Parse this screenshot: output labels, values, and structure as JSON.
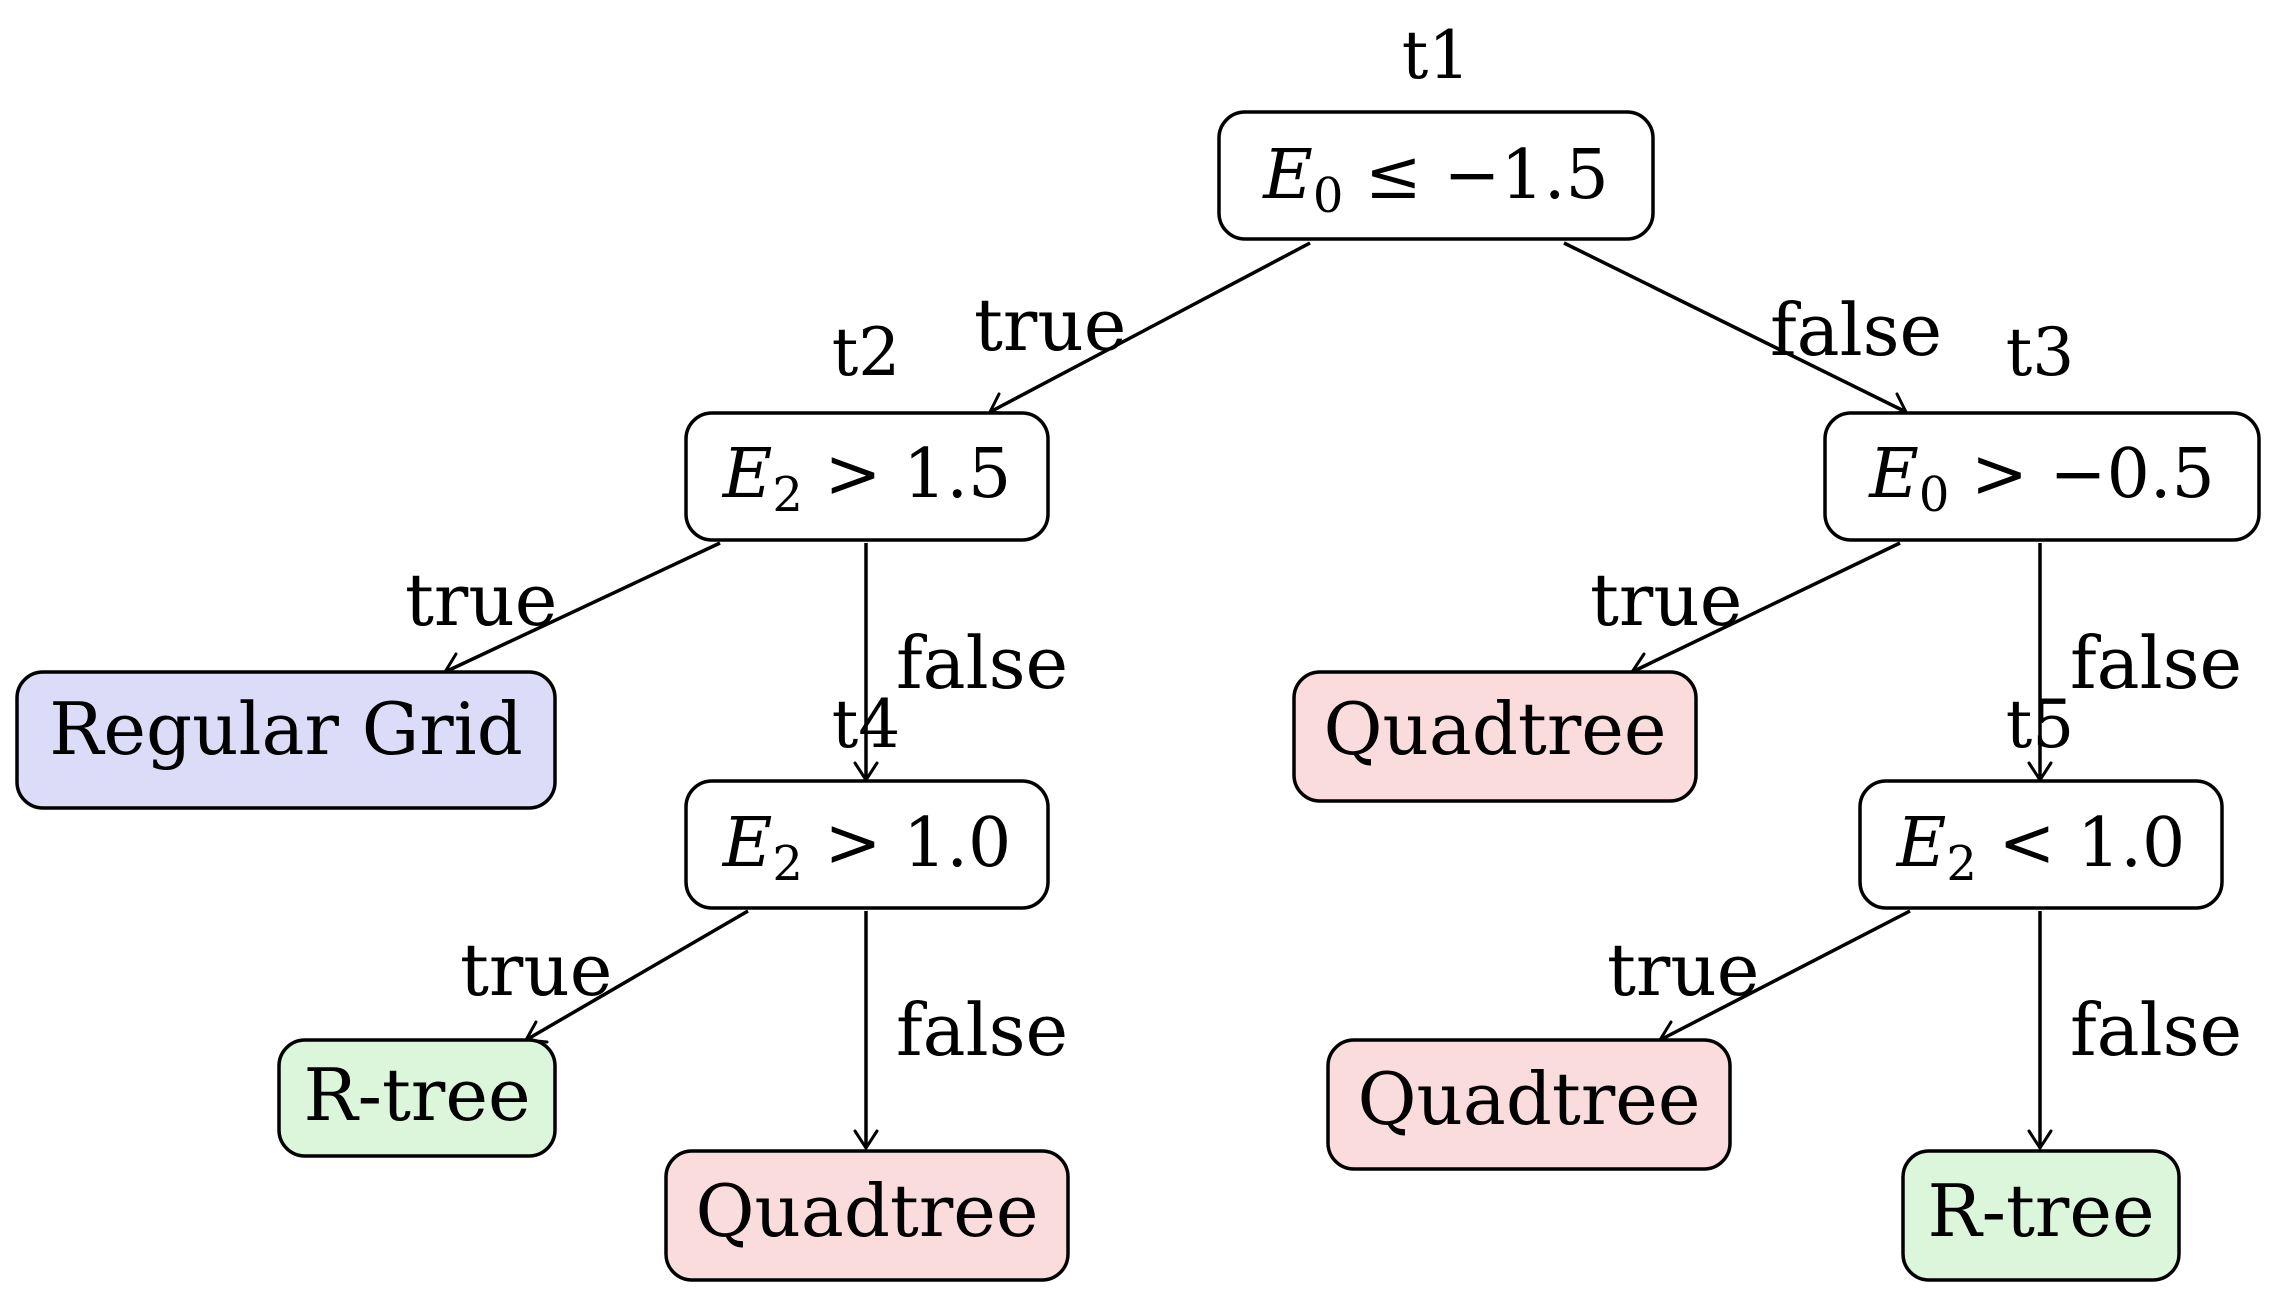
{
  "colors": {
    "decision": "#ffffff",
    "regular_grid": "#dcdcf8",
    "quadtree": "#fadcdc",
    "rtree": "#dcf6dc"
  },
  "nodes": {
    "t1": {
      "id": "t1",
      "var": "E",
      "sub": "0",
      "op": " ≤ ",
      "value": "−1.5"
    },
    "t2": {
      "id": "t2",
      "var": "E",
      "sub": "2",
      "op": " > ",
      "value": "1.5"
    },
    "t3": {
      "id": "t3",
      "var": "E",
      "sub": "0",
      "op": " > ",
      "value": "−0.5"
    },
    "t4": {
      "id": "t4",
      "var": "E",
      "sub": "2",
      "op": " > ",
      "value": "1.0"
    },
    "t5": {
      "id": "t5",
      "var": "E",
      "sub": "2",
      "op": " < ",
      "value": "1.0"
    }
  },
  "leaves": {
    "regular_grid": "Regular Grid",
    "quadtree_t3": "Quadtree",
    "rtree_t4": "R-tree",
    "quadtree_t4": "Quadtree",
    "quadtree_t5": "Quadtree",
    "rtree_t5": "R-tree"
  },
  "edge_labels": {
    "true": "true",
    "false": "false"
  }
}
